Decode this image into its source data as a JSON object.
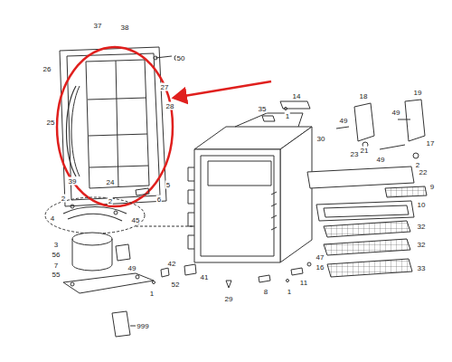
{
  "diagram": {
    "labels": [
      "37",
      "38",
      "50",
      "26",
      "27",
      "28",
      "25",
      "39",
      "24",
      "14",
      "35",
      "1",
      "30",
      "18",
      "19",
      "49",
      "49",
      "21",
      "23",
      "49",
      "17",
      "2",
      "22",
      "9",
      "10",
      "32",
      "32",
      "33",
      "5",
      "6",
      "2",
      "2",
      "4",
      "45",
      "49",
      "3",
      "56",
      "7",
      "55",
      "42",
      "52",
      "1",
      "41",
      "29",
      "8",
      "1",
      "47",
      "16",
      "11",
      "999"
    ]
  }
}
